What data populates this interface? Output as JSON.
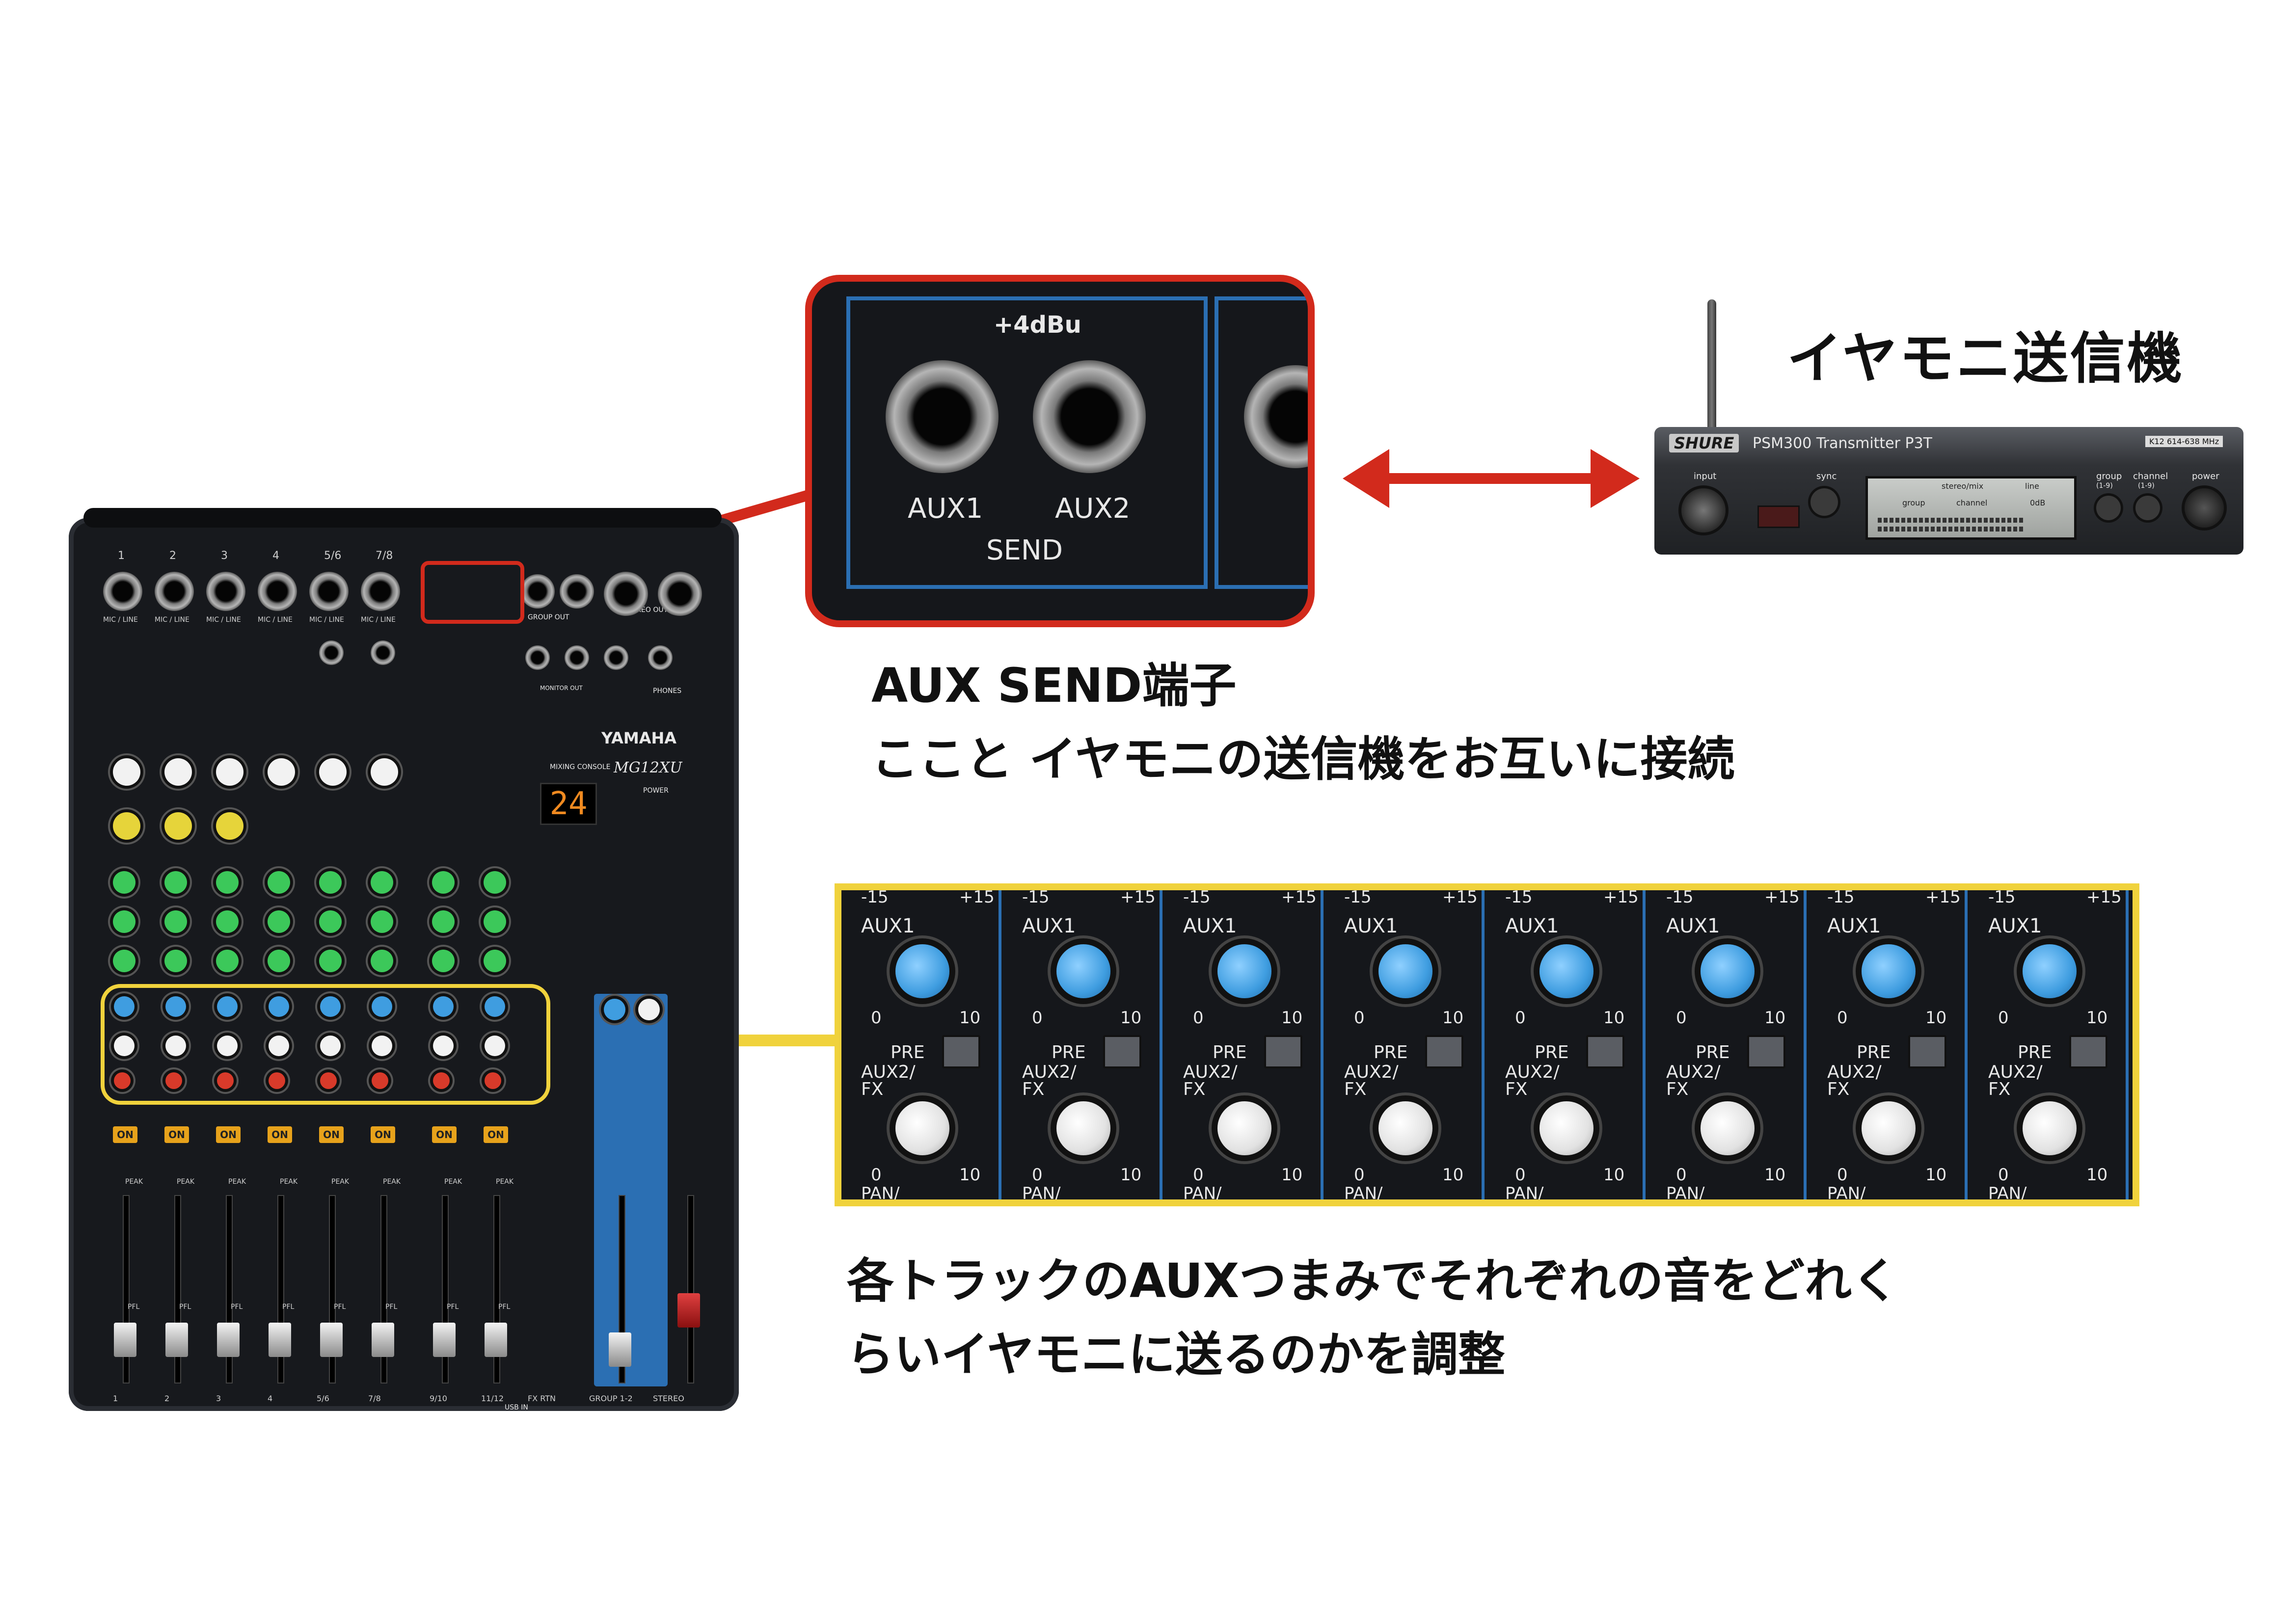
{
  "captions": {
    "transmitter_title": "イヤモニ送信機",
    "aux_send_line1": "AUX SEND端子",
    "aux_send_line2": "ここと イヤモニの送信機をお互いに接続",
    "aux_knob_line1": "各トラックのAUXつまみでそれぞれの音をどれく",
    "aux_knob_line2": "らいイヤモニに送るのかを調整"
  },
  "zoom_send": {
    "level": "+4dBu",
    "jack1": "AUX1",
    "jack2": "AUX2",
    "section": "SEND"
  },
  "zoom_aux": {
    "aux1_label": "AUX1",
    "aux2_label": "AUX2/",
    "fx_label": "FX",
    "pre_label": "PRE",
    "pan_label": "PAN/",
    "scale_min": "0",
    "scale_max": "10",
    "top_minus": "-15",
    "top_plus": "+15"
  },
  "transmitter": {
    "brand": "SHURE",
    "model": "PSM300 Transmitter P3T",
    "freq_band": "K12 614-638 MHz",
    "input_label": "input",
    "sync_label": "sync",
    "group_label": "group",
    "channel_label": "channel",
    "power_label": "power",
    "group_range": "(1-9)",
    "channel_range": "(1-9)",
    "display_mode": "stereo/mix",
    "display_level": "line",
    "display_group": "group",
    "display_channel": "channel",
    "display_db": "0dB"
  },
  "mixer": {
    "brand": "YAMAHA",
    "model": "MG12XU",
    "mixing_console": "MIXING CONSOLE",
    "display_number": "24",
    "channel_numbers": [
      "1",
      "2",
      "3",
      "4",
      "5/6",
      "7/8"
    ],
    "bottom_labels": [
      "1",
      "2",
      "3",
      "4",
      "5/6",
      "7/8",
      "9/10",
      "11/12",
      "FX RTN",
      "GROUP 1-2",
      "STEREO"
    ],
    "on_label": "ON",
    "mic_line": "MIC / LINE",
    "stereo_out": "STEREO OUT",
    "group_out": "GROUP OUT",
    "monitor_out": "MONITOR OUT",
    "phones": "PHONES",
    "usb_in": "USB IN",
    "pfl": "PFL",
    "peak": "PEAK",
    "power": "POWER"
  },
  "colors": {
    "arrow_red": "#d22a1c",
    "arrow_yellow": "#f0d23c",
    "knob_blue": "#3f9de0",
    "knob_green": "#3cc85a",
    "knob_yellow": "#e6d43a",
    "knob_red": "#d83a2a"
  }
}
